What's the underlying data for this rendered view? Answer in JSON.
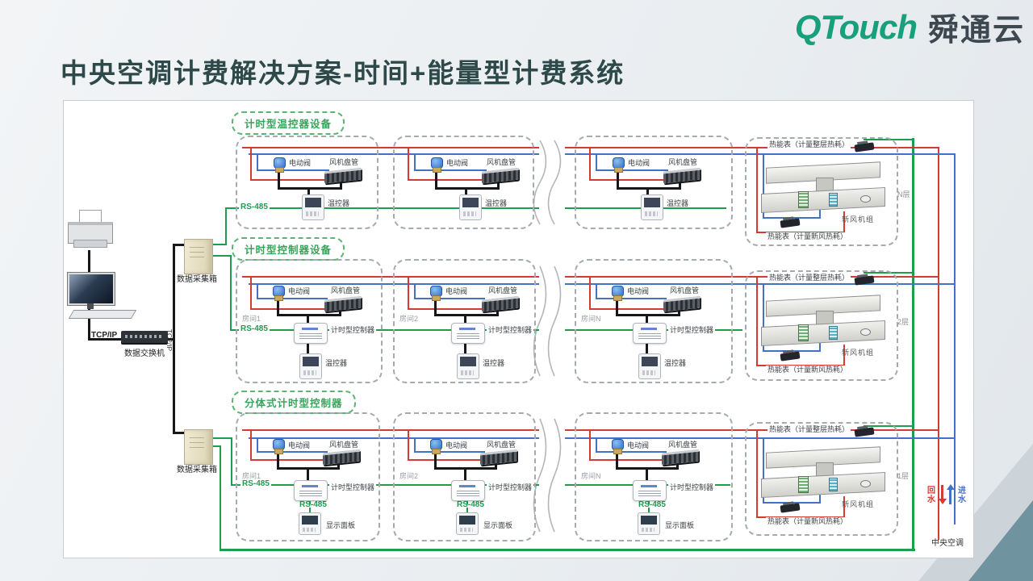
{
  "slide": {
    "logo": {
      "brand": "QTouch",
      "brand_cn": "舜通云"
    },
    "title": "中央空调计费解决方案-时间+能量型计费系统"
  },
  "network": {
    "tcpip": "TCP/IP",
    "switch": "数据交换机",
    "collector": "数据采集箱"
  },
  "sections": [
    {
      "label": "计时型温控器设备"
    },
    {
      "label": "计时型控制器设备"
    },
    {
      "label": "分体式计时型控制器"
    }
  ],
  "devices": {
    "valve": "电动阀",
    "fan_coil": "风机盘管",
    "thermostat": "温控器",
    "controller": "计时型控制器",
    "display_panel": "显示面板",
    "rs485": "RS-485"
  },
  "rooms": {
    "r1": "房间1",
    "r2": "房间2",
    "rn": "房间N"
  },
  "floor": {
    "meter_floor": "热能表（计量整层热耗）",
    "meter_fresh": "热能表（计量新风热耗）",
    "ahu": "新风机组",
    "n": "N层",
    "f2": "2层",
    "f1": "1层"
  },
  "plant": {
    "return": "回水",
    "supply": "进水",
    "central": "中央空调"
  },
  "colors": {
    "rs485_green": "#1f9d4f",
    "pipe_red": "#d23c32",
    "pipe_blue": "#4472c2",
    "brand_green": "#17a07c",
    "deco_teal": "#7093a0"
  }
}
